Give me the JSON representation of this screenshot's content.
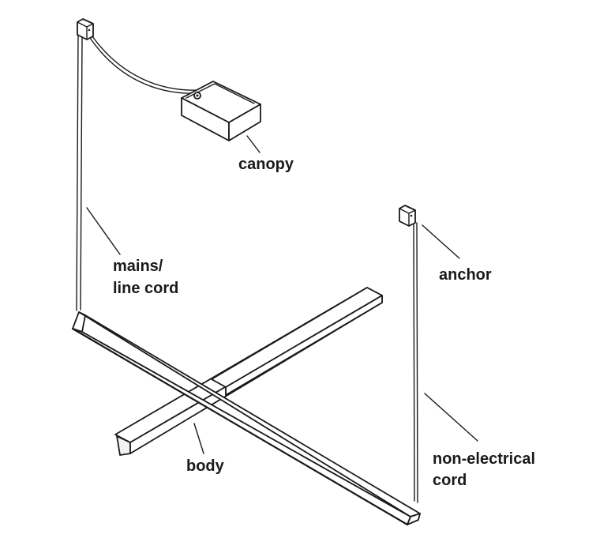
{
  "labels": {
    "canopy": "canopy",
    "mains_line1": "mains/",
    "mains_line2": "line cord",
    "anchor": "anchor",
    "body": "body",
    "nonelectrical_line1": "non-electrical",
    "nonelectrical_line2": "cord"
  },
  "colors": {
    "line": "#1a1a1a",
    "background": "#ffffff"
  }
}
